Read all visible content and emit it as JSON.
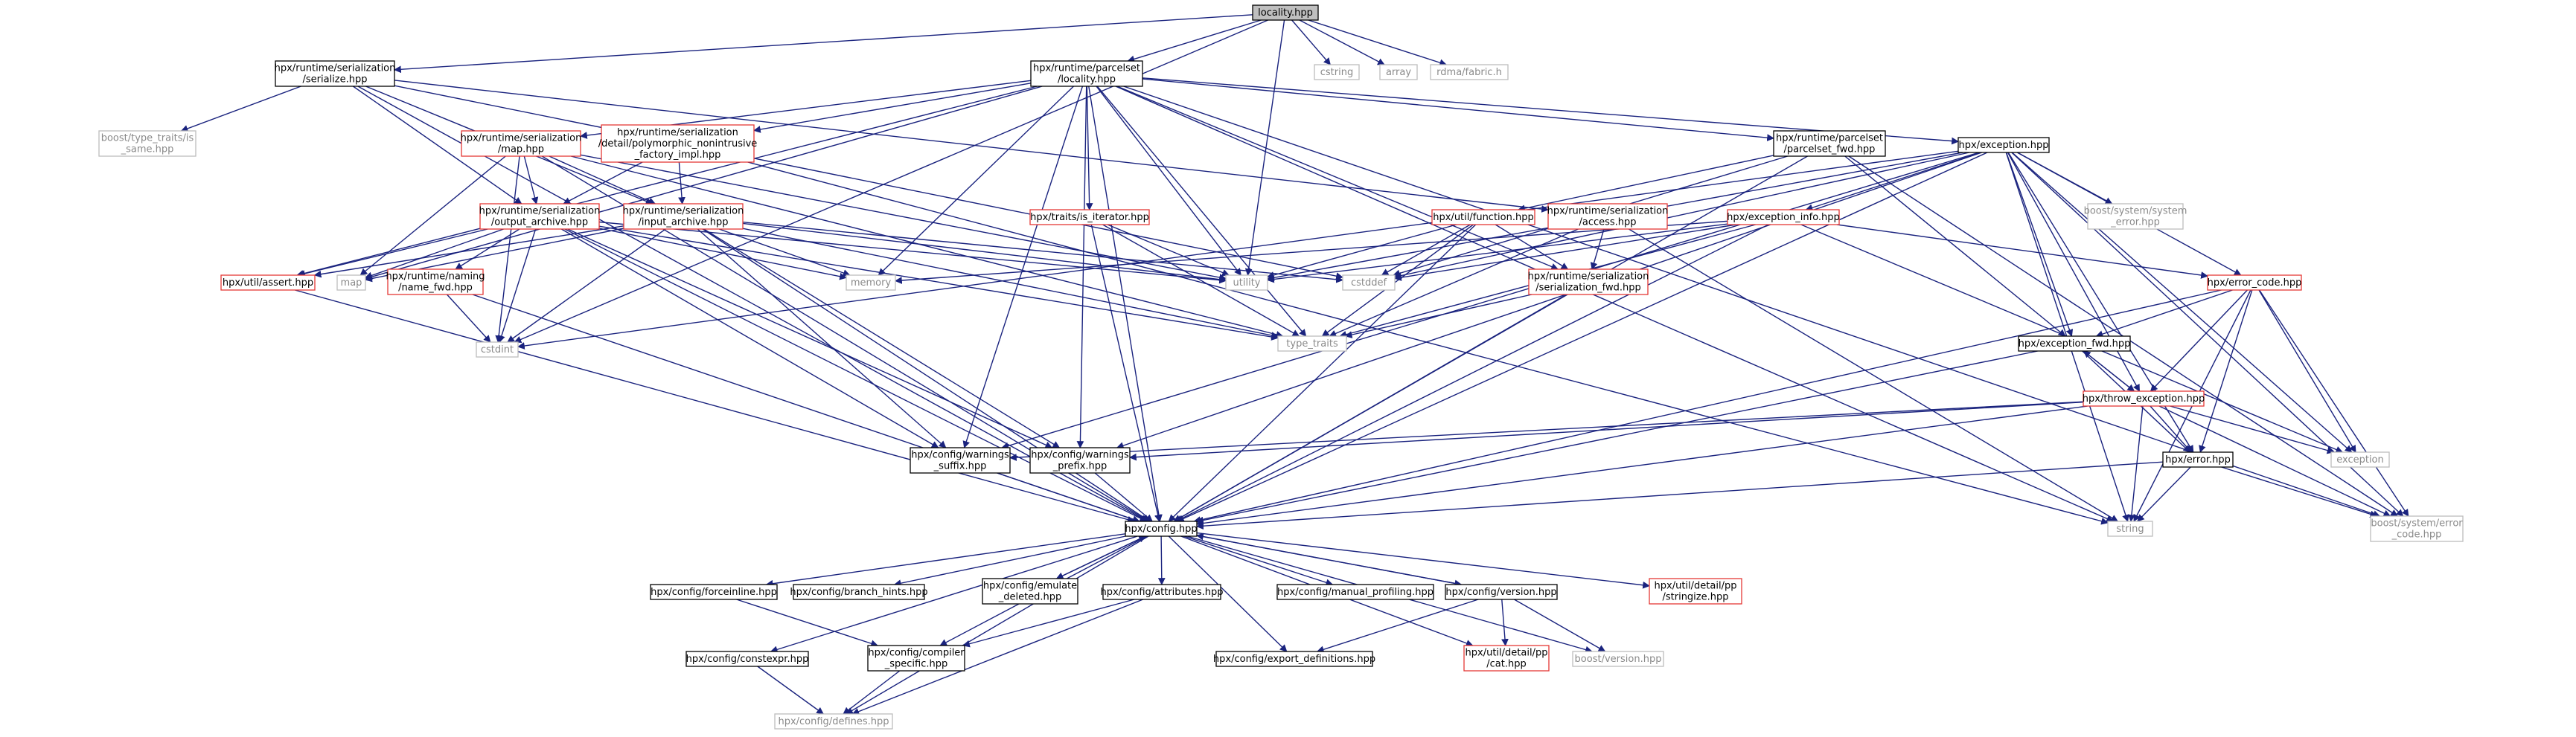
{
  "nodes": {
    "locality_hpp": {
      "lines": [
        "locality.hpp"
      ],
      "style": "root"
    },
    "serialize_hpp": {
      "lines": [
        "hpx/runtime/serialization",
        "/serialize.hpp"
      ],
      "style": "black"
    },
    "parcelset_locality_hpp": {
      "lines": [
        "hpx/runtime/parcelset",
        "/locality.hpp"
      ],
      "style": "black"
    },
    "cstring": {
      "lines": [
        "cstring"
      ],
      "style": "gray"
    },
    "array": {
      "lines": [
        "array"
      ],
      "style": "gray"
    },
    "rdma_fabric_h": {
      "lines": [
        "rdma/fabric.h"
      ],
      "style": "gray"
    },
    "type_traits_is_same_hpp": {
      "lines": [
        "boost/type_traits/is",
        "_same.hpp"
      ],
      "style": "gray"
    },
    "map_hpp": {
      "lines": [
        "hpx/runtime/serialization",
        "/map.hpp"
      ],
      "style": "red"
    },
    "polymorphic_factory_hpp": {
      "lines": [
        "hpx/runtime/serialization",
        "/detail/polymorphic_nonintrusive",
        "_factory_impl.hpp"
      ],
      "style": "red"
    },
    "parcelset_fwd_hpp": {
      "lines": [
        "hpx/runtime/parcelset",
        "/parcelset_fwd.hpp"
      ],
      "style": "black"
    },
    "exception_hpp": {
      "lines": [
        "hpx/exception.hpp"
      ],
      "style": "black"
    },
    "system_error_hpp": {
      "lines": [
        "boost/system/system",
        "_error.hpp"
      ],
      "style": "gray"
    },
    "output_archive_hpp": {
      "lines": [
        "hpx/runtime/serialization",
        "/output_archive.hpp"
      ],
      "style": "red"
    },
    "input_archive_hpp": {
      "lines": [
        "hpx/runtime/serialization",
        "/input_archive.hpp"
      ],
      "style": "red"
    },
    "is_iterator_hpp": {
      "lines": [
        "hpx/traits/is_iterator.hpp"
      ],
      "style": "red"
    },
    "function_hpp": {
      "lines": [
        "hpx/util/function.hpp"
      ],
      "style": "red"
    },
    "access_hpp": {
      "lines": [
        "hpx/runtime/serialization",
        "/access.hpp"
      ],
      "style": "red"
    },
    "exception_info_hpp": {
      "lines": [
        "hpx/exception_info.hpp"
      ],
      "style": "red"
    },
    "assert_hpp": {
      "lines": [
        "hpx/util/assert.hpp"
      ],
      "style": "red"
    },
    "map": {
      "lines": [
        "map"
      ],
      "style": "gray"
    },
    "naming_fwd_hpp": {
      "lines": [
        "hpx/runtime/naming",
        "/name_fwd.hpp"
      ],
      "style": "red"
    },
    "memory": {
      "lines": [
        "memory"
      ],
      "style": "gray"
    },
    "utility": {
      "lines": [
        "utility"
      ],
      "style": "gray"
    },
    "cstddef": {
      "lines": [
        "cstddef"
      ],
      "style": "gray"
    },
    "serialization_fwd_hpp": {
      "lines": [
        "hpx/runtime/serialization",
        "/serialization_fwd.hpp"
      ],
      "style": "red"
    },
    "error_code_hpp": {
      "lines": [
        "hpx/error_code.hpp"
      ],
      "style": "red"
    },
    "cstdint": {
      "lines": [
        "cstdint"
      ],
      "style": "gray"
    },
    "type_traits": {
      "lines": [
        "type_traits"
      ],
      "style": "gray"
    },
    "exception_fwd_hpp": {
      "lines": [
        "hpx/exception_fwd.hpp"
      ],
      "style": "black"
    },
    "throw_exception_hpp": {
      "lines": [
        "hpx/throw_exception.hpp"
      ],
      "style": "red"
    },
    "warnings_suffix_hpp": {
      "lines": [
        "hpx/config/warnings",
        "_suffix.hpp"
      ],
      "style": "black"
    },
    "warnings_prefix_hpp": {
      "lines": [
        "hpx/config/warnings",
        "_prefix.hpp"
      ],
      "style": "black"
    },
    "exception": {
      "lines": [
        "exception"
      ],
      "style": "gray"
    },
    "error_hpp": {
      "lines": [
        "hpx/error.hpp"
      ],
      "style": "black"
    },
    "config_hpp": {
      "lines": [
        "hpx/config.hpp"
      ],
      "style": "black"
    },
    "string": {
      "lines": [
        "string"
      ],
      "style": "gray"
    },
    "error_code_boost_hpp": {
      "lines": [
        "boost/system/error",
        "_code.hpp"
      ],
      "style": "gray"
    },
    "forceinline_hpp": {
      "lines": [
        "hpx/config/forceinline.hpp"
      ],
      "style": "black"
    },
    "branch_hints_hpp": {
      "lines": [
        "hpx/config/branch_hints.hpp"
      ],
      "style": "black"
    },
    "emulate_deleted_hpp": {
      "lines": [
        "hpx/config/emulate",
        "_deleted.hpp"
      ],
      "style": "black"
    },
    "attributes_hpp": {
      "lines": [
        "hpx/config/attributes.hpp"
      ],
      "style": "black"
    },
    "manual_profiling_hpp": {
      "lines": [
        "hpx/config/manual_profiling.hpp"
      ],
      "style": "black"
    },
    "version_hpp": {
      "lines": [
        "hpx/config/version.hpp"
      ],
      "style": "black"
    },
    "stringize_hpp": {
      "lines": [
        "hpx/util/detail/pp",
        "/stringize.hpp"
      ],
      "style": "red"
    },
    "constexpr_hpp": {
      "lines": [
        "hpx/config/constexpr.hpp"
      ],
      "style": "black"
    },
    "compiler_specific_hpp": {
      "lines": [
        "hpx/config/compiler",
        "_specific.hpp"
      ],
      "style": "black"
    },
    "export_definitions_hpp": {
      "lines": [
        "hpx/config/export_definitions.hpp"
      ],
      "style": "black"
    },
    "cat_hpp": {
      "lines": [
        "hpx/util/detail/pp",
        "/cat.hpp"
      ],
      "style": "red"
    },
    "boost_version_hpp": {
      "lines": [
        "boost/version.hpp"
      ],
      "style": "gray"
    },
    "defines_hpp": {
      "lines": [
        "hpx/config/defines.hpp"
      ],
      "style": "gray"
    }
  },
  "edges": [
    [
      "locality_hpp",
      "serialize_hpp"
    ],
    [
      "locality_hpp",
      "parcelset_locality_hpp"
    ],
    [
      "locality_hpp",
      "cstring"
    ],
    [
      "locality_hpp",
      "array"
    ],
    [
      "locality_hpp",
      "rdma_fabric_h"
    ],
    [
      "locality_hpp",
      "utility"
    ],
    [
      "locality_hpp",
      "cstdint"
    ],
    [
      "serialize_hpp",
      "type_traits_is_same_hpp"
    ],
    [
      "serialize_hpp",
      "output_archive_hpp"
    ],
    [
      "serialize_hpp",
      "input_archive_hpp"
    ],
    [
      "serialize_hpp",
      "config_hpp"
    ],
    [
      "serialize_hpp",
      "access_hpp"
    ],
    [
      "serialize_hpp",
      "cstddef"
    ],
    [
      "parcelset_locality_hpp",
      "map_hpp"
    ],
    [
      "parcelset_locality_hpp",
      "polymorphic_factory_hpp"
    ],
    [
      "parcelset_locality_hpp",
      "parcelset_fwd_hpp"
    ],
    [
      "parcelset_locality_hpp",
      "exception_hpp"
    ],
    [
      "parcelset_locality_hpp",
      "is_iterator_hpp"
    ],
    [
      "parcelset_locality_hpp",
      "memory"
    ],
    [
      "parcelset_locality_hpp",
      "utility"
    ],
    [
      "parcelset_locality_hpp",
      "type_traits"
    ],
    [
      "parcelset_locality_hpp",
      "warnings_suffix_hpp"
    ],
    [
      "parcelset_locality_hpp",
      "warnings_prefix_hpp"
    ],
    [
      "parcelset_locality_hpp",
      "config_hpp"
    ],
    [
      "parcelset_locality_hpp",
      "assert_hpp"
    ],
    [
      "parcelset_locality_hpp",
      "map"
    ],
    [
      "parcelset_locality_hpp",
      "string"
    ],
    [
      "parcelset_locality_hpp",
      "error_code_boost_hpp"
    ],
    [
      "parcelset_locality_hpp",
      "serialization_fwd_hpp"
    ],
    [
      "map_hpp",
      "output_archive_hpp"
    ],
    [
      "map_hpp",
      "input_archive_hpp"
    ],
    [
      "map_hpp",
      "map"
    ],
    [
      "map_hpp",
      "type_traits"
    ],
    [
      "map_hpp",
      "utility"
    ],
    [
      "map_hpp",
      "config_hpp"
    ],
    [
      "map_hpp",
      "cstdint"
    ],
    [
      "polymorphic_factory_hpp",
      "output_archive_hpp"
    ],
    [
      "polymorphic_factory_hpp",
      "input_archive_hpp"
    ],
    [
      "polymorphic_factory_hpp",
      "string"
    ],
    [
      "parcelset_fwd_hpp",
      "exception_fwd_hpp"
    ],
    [
      "parcelset_fwd_hpp",
      "config_hpp"
    ],
    [
      "parcelset_fwd_hpp",
      "function_hpp"
    ],
    [
      "parcelset_fwd_hpp",
      "cstddef"
    ],
    [
      "parcelset_fwd_hpp",
      "error_code_boost_hpp"
    ],
    [
      "exception_hpp",
      "system_error_hpp"
    ],
    [
      "exception_hpp",
      "exception_info_hpp"
    ],
    [
      "exception_hpp",
      "error_code_hpp"
    ],
    [
      "exception_hpp",
      "exception_fwd_hpp"
    ],
    [
      "exception_hpp",
      "throw_exception_hpp"
    ],
    [
      "exception_hpp",
      "error_hpp"
    ],
    [
      "exception_hpp",
      "exception"
    ],
    [
      "exception_hpp",
      "string"
    ],
    [
      "exception_hpp",
      "config_hpp"
    ],
    [
      "exception_hpp",
      "cstddef"
    ],
    [
      "exception_hpp",
      "cstdint"
    ],
    [
      "exception_hpp",
      "error_code_boost_hpp"
    ],
    [
      "exception_hpp",
      "warnings_suffix_hpp"
    ],
    [
      "exception_hpp",
      "warnings_prefix_hpp"
    ],
    [
      "exception_hpp",
      "utility"
    ],
    [
      "output_archive_hpp",
      "assert_hpp"
    ],
    [
      "output_archive_hpp",
      "map"
    ],
    [
      "output_archive_hpp",
      "naming_fwd_hpp"
    ],
    [
      "output_archive_hpp",
      "cstdint"
    ],
    [
      "output_archive_hpp",
      "memory"
    ],
    [
      "output_archive_hpp",
      "utility"
    ],
    [
      "output_archive_hpp",
      "type_traits"
    ],
    [
      "output_archive_hpp",
      "warnings_suffix_hpp"
    ],
    [
      "output_archive_hpp",
      "warnings_prefix_hpp"
    ],
    [
      "output_archive_hpp",
      "config_hpp"
    ],
    [
      "input_archive_hpp",
      "assert_hpp"
    ],
    [
      "input_archive_hpp",
      "map"
    ],
    [
      "input_archive_hpp",
      "cstdint"
    ],
    [
      "input_archive_hpp",
      "memory"
    ],
    [
      "input_archive_hpp",
      "utility"
    ],
    [
      "input_archive_hpp",
      "cstddef"
    ],
    [
      "input_archive_hpp",
      "type_traits"
    ],
    [
      "input_archive_hpp",
      "warnings_suffix_hpp"
    ],
    [
      "input_archive_hpp",
      "warnings_prefix_hpp"
    ],
    [
      "input_archive_hpp",
      "config_hpp"
    ],
    [
      "is_iterator_hpp",
      "utility"
    ],
    [
      "is_iterator_hpp",
      "type_traits"
    ],
    [
      "is_iterator_hpp",
      "config_hpp"
    ],
    [
      "function_hpp",
      "utility"
    ],
    [
      "function_hpp",
      "cstddef"
    ],
    [
      "function_hpp",
      "type_traits"
    ],
    [
      "function_hpp",
      "serialization_fwd_hpp"
    ],
    [
      "function_hpp",
      "config_hpp"
    ],
    [
      "access_hpp",
      "serialization_fwd_hpp"
    ],
    [
      "access_hpp",
      "type_traits"
    ],
    [
      "access_hpp",
      "string"
    ],
    [
      "exception_info_hpp",
      "memory"
    ],
    [
      "exception_info_hpp",
      "utility"
    ],
    [
      "exception_info_hpp",
      "cstddef"
    ],
    [
      "exception_info_hpp",
      "type_traits"
    ],
    [
      "exception_info_hpp",
      "config_hpp"
    ],
    [
      "exception_info_hpp",
      "error_code_hpp"
    ],
    [
      "exception_info_hpp",
      "exception"
    ],
    [
      "assert_hpp",
      "config_hpp"
    ],
    [
      "naming_fwd_hpp",
      "cstdint"
    ],
    [
      "naming_fwd_hpp",
      "config_hpp"
    ],
    [
      "serialization_fwd_hpp",
      "config_hpp"
    ],
    [
      "serialization_fwd_hpp",
      "type_traits"
    ],
    [
      "error_code_hpp",
      "exception_fwd_hpp"
    ],
    [
      "error_code_hpp",
      "throw_exception_hpp"
    ],
    [
      "error_code_hpp",
      "error_hpp"
    ],
    [
      "error_code_hpp",
      "exception"
    ],
    [
      "error_code_hpp",
      "string"
    ],
    [
      "error_code_hpp",
      "config_hpp"
    ],
    [
      "error_code_hpp",
      "error_code_boost_hpp"
    ],
    [
      "exception_fwd_hpp",
      "throw_exception_hpp"
    ],
    [
      "exception_fwd_hpp",
      "error_hpp"
    ],
    [
      "exception_fwd_hpp",
      "config_hpp"
    ],
    [
      "throw_exception_hpp",
      "exception_fwd_hpp"
    ],
    [
      "throw_exception_hpp",
      "error_hpp"
    ],
    [
      "throw_exception_hpp",
      "exception"
    ],
    [
      "throw_exception_hpp",
      "string"
    ],
    [
      "throw_exception_hpp",
      "config_hpp"
    ],
    [
      "throw_exception_hpp",
      "warnings_suffix_hpp"
    ],
    [
      "throw_exception_hpp",
      "warnings_prefix_hpp"
    ],
    [
      "throw_exception_hpp",
      "error_code_boost_hpp"
    ],
    [
      "warnings_suffix_hpp",
      "config_hpp"
    ],
    [
      "warnings_prefix_hpp",
      "config_hpp"
    ],
    [
      "error_hpp",
      "string"
    ],
    [
      "error_hpp",
      "config_hpp"
    ],
    [
      "error_hpp",
      "error_code_boost_hpp"
    ],
    [
      "config_hpp",
      "forceinline_hpp"
    ],
    [
      "config_hpp",
      "branch_hints_hpp"
    ],
    [
      "config_hpp",
      "emulate_deleted_hpp"
    ],
    [
      "config_hpp",
      "attributes_hpp"
    ],
    [
      "config_hpp",
      "manual_profiling_hpp"
    ],
    [
      "config_hpp",
      "version_hpp"
    ],
    [
      "config_hpp",
      "stringize_hpp"
    ],
    [
      "config_hpp",
      "constexpr_hpp"
    ],
    [
      "config_hpp",
      "compiler_specific_hpp"
    ],
    [
      "config_hpp",
      "export_definitions_hpp"
    ],
    [
      "config_hpp",
      "cat_hpp"
    ],
    [
      "config_hpp",
      "boost_version_hpp"
    ],
    [
      "config_hpp",
      "defines_hpp"
    ],
    [
      "emulate_deleted_hpp",
      "config_hpp"
    ],
    [
      "version_hpp",
      "config_hpp"
    ],
    [
      "forceinline_hpp",
      "compiler_specific_hpp"
    ],
    [
      "attributes_hpp",
      "compiler_specific_hpp"
    ],
    [
      "attributes_hpp",
      "defines_hpp"
    ],
    [
      "constexpr_hpp",
      "defines_hpp"
    ],
    [
      "compiler_specific_hpp",
      "defines_hpp"
    ],
    [
      "version_hpp",
      "export_definitions_hpp"
    ],
    [
      "version_hpp",
      "cat_hpp"
    ],
    [
      "version_hpp",
      "boost_version_hpp"
    ]
  ]
}
